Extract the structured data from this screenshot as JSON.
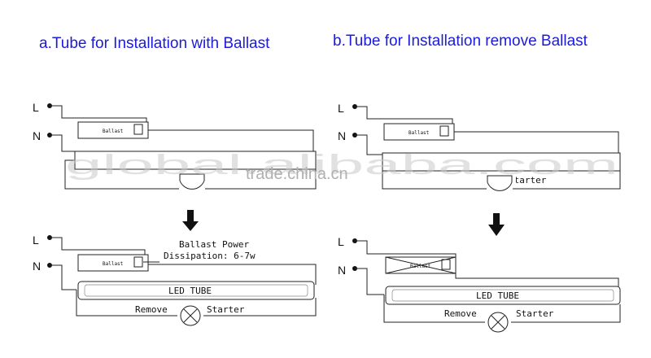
{
  "titles": {
    "a": "a.Tube for Installation with Ballast",
    "b": "b.Tube for Installation remove Ballast"
  },
  "terminals": {
    "live": "L",
    "neutral": "N"
  },
  "components": {
    "ballast": "Ballast",
    "led_tube": "LED TUBE",
    "remove": "Remove",
    "starter": "Starter"
  },
  "annotation": {
    "line1": "Ballast Power",
    "line2": "Dissipation: 6-7w"
  },
  "partial_text": "Starter",
  "watermark": {
    "main": "global.alibaba.com",
    "center": "trade.china.cn"
  },
  "colors": {
    "title": "#1b1bd8",
    "line": "#222222"
  }
}
